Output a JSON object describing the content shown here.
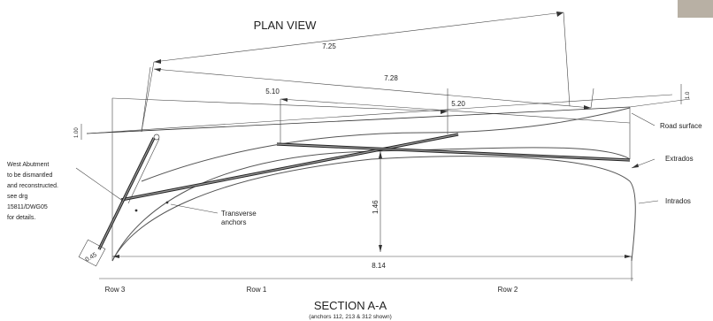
{
  "title": "PLAN VIEW",
  "section_title": "SECTION A-A",
  "section_subtitle": "(anchors 112, 213 & 312 shown)",
  "dimensions": {
    "d_7_25": "7.25",
    "d_7_28": "7.28",
    "d_5_10": "5.10",
    "d_5_20": "5.20",
    "d_1_46": "1.46",
    "d_8_14": "8.14",
    "d_0_45": "0.45",
    "d_left_small": "1.00",
    "d_right_small": "1.0"
  },
  "labels": {
    "road_surface": "Road surface",
    "extrados": "Extrados",
    "intrados": "Intrados",
    "transverse_line1": "Transverse",
    "transverse_line2": "anchors",
    "west_abutment": [
      "West Abutment",
      "to be dismantled",
      "and reconstructed.",
      "see drg",
      "15811/DWG05",
      "for details."
    ]
  },
  "rows": {
    "row3": "Row 3",
    "row1": "Row 1",
    "row2": "Row 2"
  }
}
